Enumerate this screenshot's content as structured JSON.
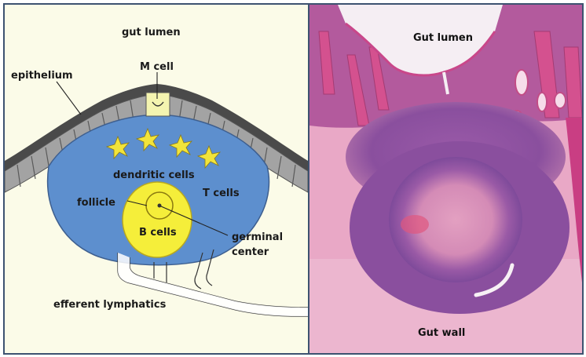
{
  "diagram": {
    "labels": {
      "gut_lumen": "gut lumen",
      "m_cell": "M cell",
      "epithelium": "epithelium",
      "dendritic_cells": "dendritic cells",
      "t_cells": "T cells",
      "follicle": "follicle",
      "b_cells": "B cells",
      "germinal_line1": "germinal",
      "germinal_line2": "center",
      "efferent_lymphatics": "efferent lymphatics"
    },
    "colors": {
      "lumen_background": "#fbfbe8",
      "epithelium_cells": "#9e9e9e",
      "epithelium_top": "#4a4a4a",
      "dome_blue": "#5d8fce",
      "follicle_yellow": "#f5ee3a",
      "dendritic_star": "#f2e43a",
      "m_cell": "#f4f4b0"
    }
  },
  "micrograph": {
    "labels": {
      "gut_lumen": "Gut lumen",
      "gut_wall": "Gut wall"
    },
    "colors": {
      "stroma_pink": "#e7a3c2",
      "lymphoid_purple": "#8b4f9f",
      "epithelial_magenta": "#c93e83"
    }
  }
}
